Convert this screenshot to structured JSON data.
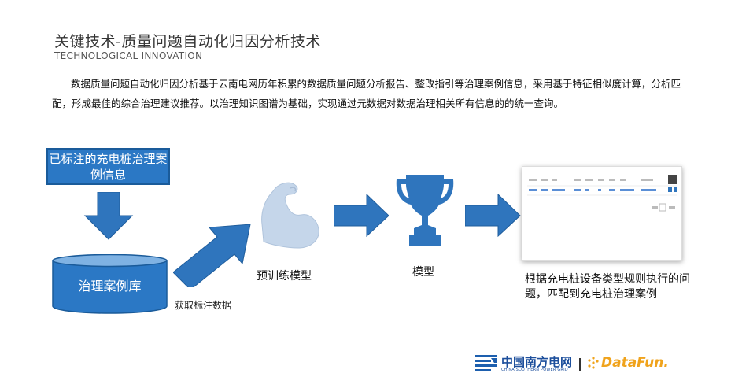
{
  "header": {
    "title": "关键技术-质量问题自动化归因分析技术",
    "subtitle": "TECHNOLOGICAL INNOVATION"
  },
  "intro": {
    "text": "数据质量问题自动化归因分析基于云南电网历年积累的数据质量问题分析报告、整改指引等治理案例信息，采用基于特征相似度计算，分析匹配，形成最佳的综合治理建议推荐。以治理知识图谱为基础，实现通过元数据对数据治理相关所有信息的的统一查询。"
  },
  "flow": {
    "labeled_cases": "已标注的充电桩治理案例信息",
    "case_library": "治理案例库",
    "fetch_label": "获取标注数据",
    "pretrain_label": "预训练模型",
    "model_label": "模型",
    "result_label": "根据充电桩设备类型规则执行的问题，匹配到充电桩治理案例"
  },
  "footer": {
    "csg_name": "中国南方电网",
    "csg_english": "CHINA SOUTHERN POWER GRID",
    "separator": "|",
    "datafun": "DataFun."
  },
  "colors": {
    "primary_blue": "#2b78c5",
    "arrow_blue": "#2f75bd",
    "datafun_orange": "#f0a31c"
  },
  "icons": [
    "muscle-icon",
    "trophy-icon",
    "arrow-icon",
    "csg-logo-icon"
  ]
}
